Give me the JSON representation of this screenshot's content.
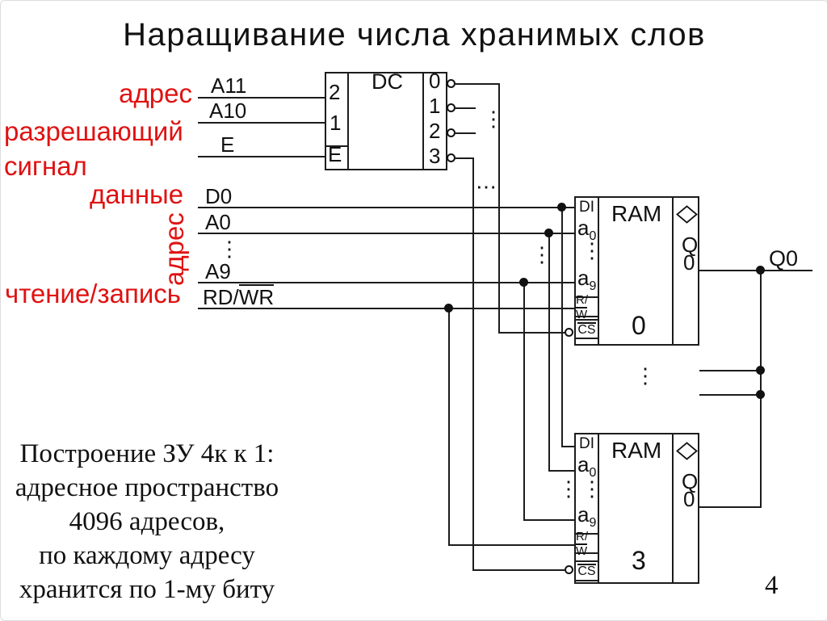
{
  "title": "Наращивание числа хранимых слов",
  "page_number": "4",
  "colors": {
    "accent_red": "#e01212",
    "ink": "#111111"
  },
  "left_labels": {
    "address_top": "адрес",
    "enable_line1": "разрешающий",
    "enable_line2": "сигнал",
    "data": "данные",
    "address_vertical": "адрес",
    "read_write": "чтение/запись"
  },
  "signals": {
    "a11": "A11",
    "a10": "A10",
    "e": "E",
    "d0": "D0",
    "a0": "A0",
    "a9": "A9",
    "rd_prefix": "RD/",
    "wr_over": "WR"
  },
  "decoder": {
    "label": "DC",
    "input_weight_2": "2",
    "input_weight_1": "1",
    "enable": "E",
    "outputs": [
      "0",
      "1",
      "2",
      "3"
    ]
  },
  "ram_blocks": [
    {
      "title": "RAM",
      "number": "0",
      "di": "DI",
      "a_low": {
        "base": "a",
        "sub": "0"
      },
      "a_high": {
        "base": "a",
        "sub": "9"
      },
      "rw": {
        "prefix": "R/",
        "over": "W"
      },
      "cs": "CS",
      "out": {
        "q": "Q",
        "bit": "0"
      }
    },
    {
      "title": "RAM",
      "number": "3",
      "di": "DI",
      "a_low": {
        "base": "a",
        "sub": "0"
      },
      "a_high": {
        "base": "a",
        "sub": "9"
      },
      "rw": {
        "prefix": "R/",
        "over": "W"
      },
      "cs": "CS",
      "out": {
        "q": "Q",
        "bit": "0"
      }
    }
  ],
  "output_label": "Q0",
  "caption": {
    "lines": [
      "Построение ЗУ 4к к 1:",
      "адресное пространство",
      "4096 адресов,",
      "по каждому адресу",
      "хранится по 1-му биту"
    ]
  },
  "icons": {
    "ellipsis_v": "⋮",
    "ellipsis_h": "⋯"
  }
}
